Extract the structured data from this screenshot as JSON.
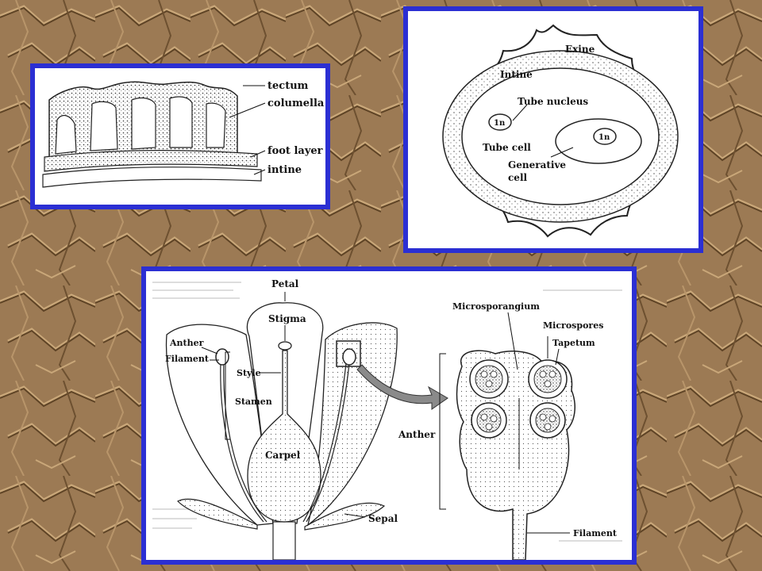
{
  "colors": {
    "background": "#9c7a54",
    "panel_border": "#2b2fd3",
    "panel_fill": "#ffffff",
    "ink": "#111111",
    "arrow": "#8a8a8a"
  },
  "wall_panel": {
    "labels": {
      "tectum": "tectum",
      "columella": "columella",
      "foot_layer": "foot layer",
      "intine": "intine"
    }
  },
  "pollen_panel": {
    "labels": {
      "exine": "Exine",
      "intine": "Intine",
      "tube_nucleus": "Tube nucleus",
      "tube_nucleus_ploidy": "1n",
      "tube_cell": "Tube cell",
      "generative_ploidy": "1n",
      "generative_cell_line1": "Generative",
      "generative_cell_line2": "cell"
    }
  },
  "flower_panel": {
    "labels": {
      "petal": "Petal",
      "stigma": "Stigma",
      "anther": "Anther",
      "filament": "Filament",
      "style": "Style",
      "stamen": "Stamen",
      "carpel": "Carpel",
      "sepal": "Sepal",
      "microsporangium": "Microsporangium",
      "microspores": "Microspores",
      "tapetum": "Tapetum",
      "anther_detail": "Anther",
      "filament_detail": "Filament"
    }
  }
}
